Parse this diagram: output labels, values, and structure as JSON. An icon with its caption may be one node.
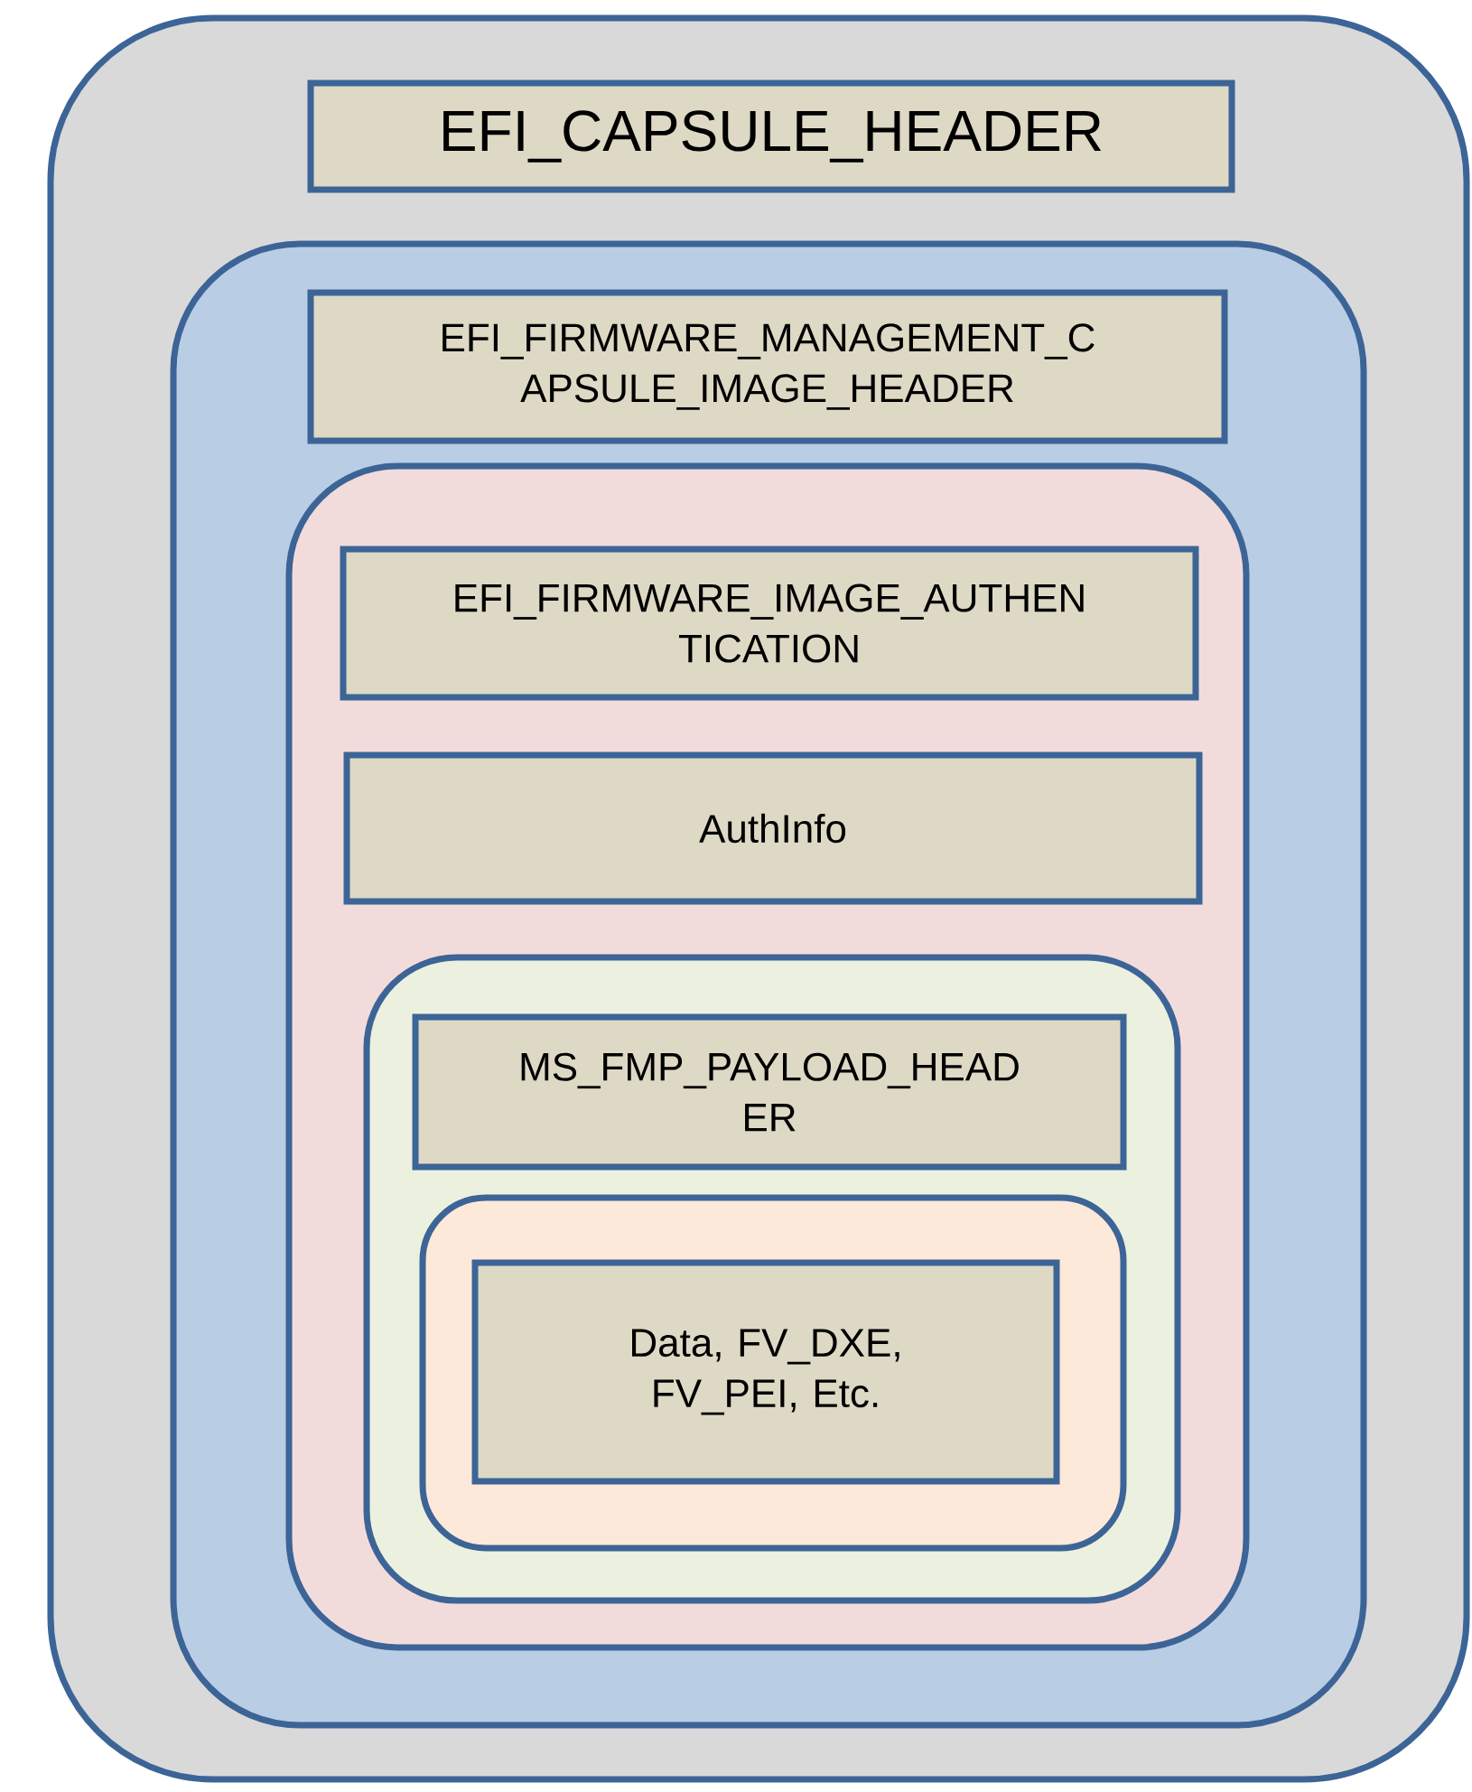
{
  "diagram": {
    "nodes": [
      {
        "text": [],
        "shape": "box"
      },
      {
        "text": [
          "EFI_CAPSULE_HEADER"
        ],
        "in": 0
      },
      {
        "text": [],
        "shape": "box",
        "in": 0
      },
      {
        "text": [
          "EFI_FIRMWARE_MANAGEMENT_C APSULE_IMAGE_HEADER"
        ],
        "in": 2
      },
      {
        "text": [],
        "shape": "box",
        "in": 2
      },
      {
        "text": [
          "EFI_FIRMWARE_IMAGE_AUTHEN TICATION"
        ],
        "in": 4
      },
      {
        "text": [
          "AuthInfo"
        ],
        "in": 4
      },
      {
        "text": [],
        "shape": "box",
        "in": 4
      },
      {
        "text": [
          "MS_FMP_PAYLOAD_HEAD ER"
        ],
        "in": 7
      },
      {
        "text": [],
        "shape": "box",
        "in": 7
      },
      {
        "text": [
          "Data, FV_DXE, FV_PEI, Etc."
        ],
        "in": 9
      }
    ],
    "edges": []
  }
}
